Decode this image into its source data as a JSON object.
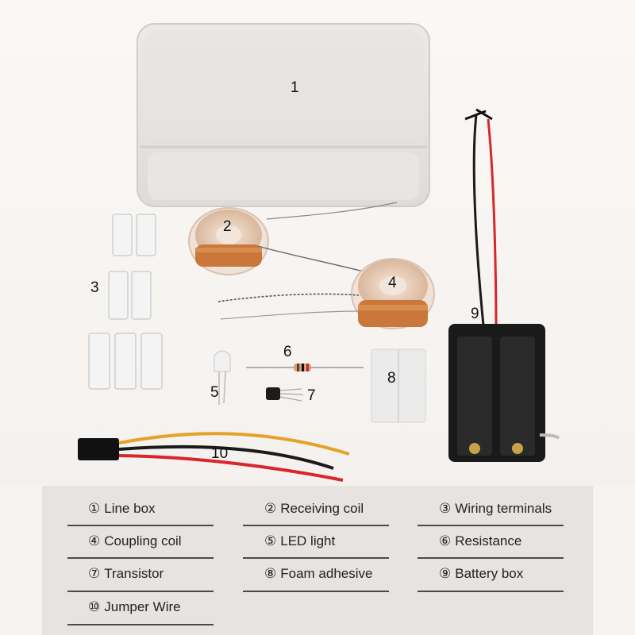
{
  "callouts": [
    "1",
    "2",
    "3",
    "4",
    "5",
    "6",
    "7",
    "8",
    "9",
    "10"
  ],
  "legend": [
    {
      "marker": "①",
      "label": "Line box"
    },
    {
      "marker": "②",
      "label": "Receiving coil"
    },
    {
      "marker": "③",
      "label": "Wiring terminals"
    },
    {
      "marker": "④",
      "label": "Coupling coil"
    },
    {
      "marker": "⑤",
      "label": "LED light"
    },
    {
      "marker": "⑥",
      "label": "Resistance"
    },
    {
      "marker": "⑦",
      "label": "Transistor"
    },
    {
      "marker": "⑧",
      "label": "Foam adhesive"
    },
    {
      "marker": "⑨",
      "label": "Battery box"
    },
    {
      "marker": "⑩",
      "label": "Jumper Wire"
    }
  ],
  "colors": {
    "background": "#f6f4f2",
    "legend_panel": "#e6e3e1",
    "copper": "#c9773a",
    "battery_box": "#1a1a1a",
    "red_wire": "#d8262b",
    "yellow_wire": "#e5a12a"
  }
}
